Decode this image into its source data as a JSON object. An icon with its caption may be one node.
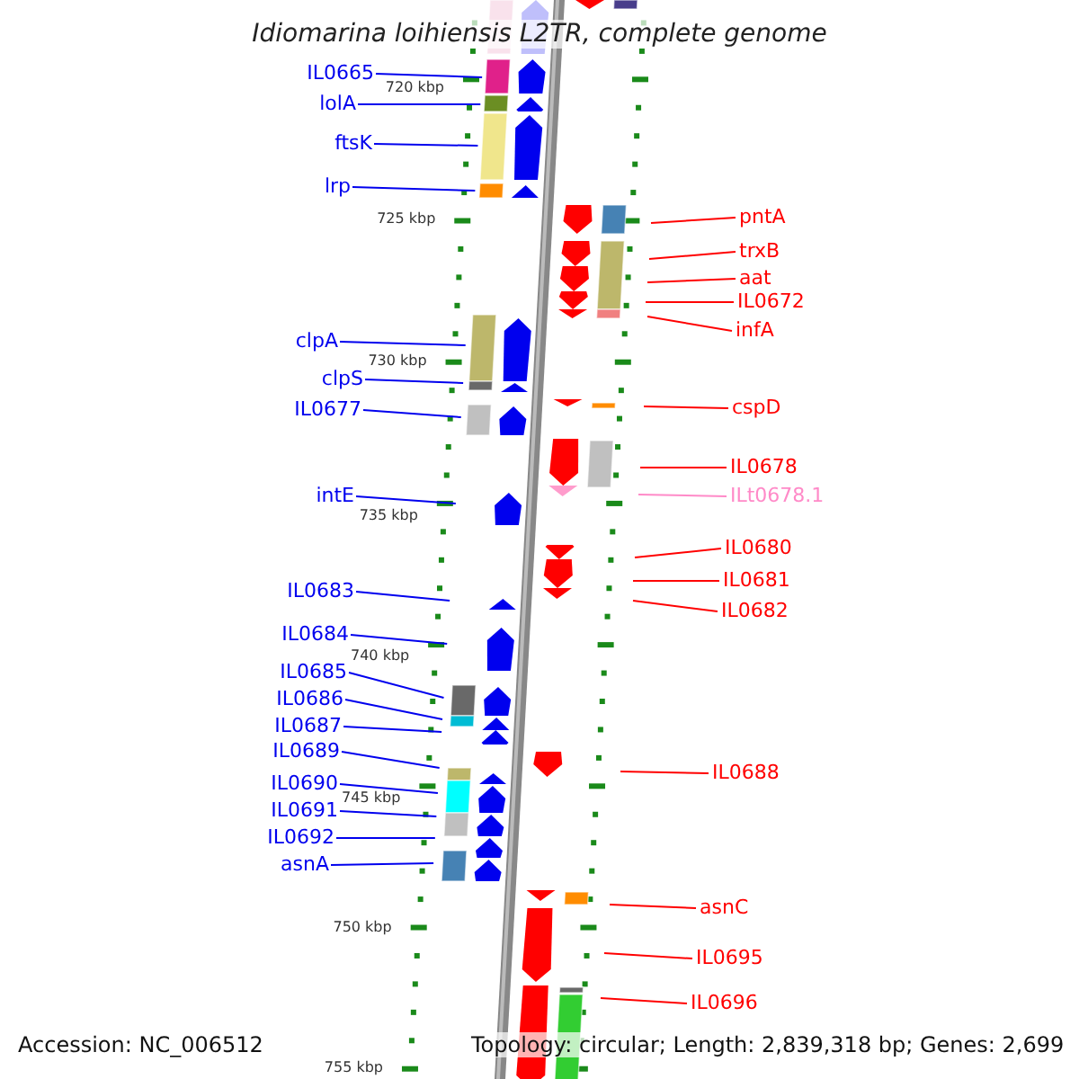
{
  "diagram": {
    "title": "Idiomarina loihiensis L2TR, complete genome",
    "nodes": [
      {
        "text": [
          "IL0665"
        ]
      },
      {
        "text": [
          "lolA"
        ]
      },
      {
        "text": [
          "ftsK"
        ]
      },
      {
        "text": [
          "lrp"
        ]
      },
      {
        "text": [
          "pntA"
        ]
      },
      {
        "text": [
          "trxB"
        ]
      },
      {
        "text": [
          "aat"
        ]
      },
      {
        "text": [
          "IL0672"
        ]
      },
      {
        "text": [
          "infA"
        ]
      },
      {
        "text": [
          "clpA"
        ]
      },
      {
        "text": [
          "clpS"
        ]
      },
      {
        "text": [
          "cspD"
        ]
      },
      {
        "text": [
          "IL0677"
        ]
      },
      {
        "text": [
          "IL0678"
        ]
      },
      {
        "text": [
          "ILt0678.1"
        ]
      },
      {
        "text": [
          "intE"
        ]
      },
      {
        "text": [
          "IL0680"
        ]
      },
      {
        "text": [
          "IL0681"
        ]
      },
      {
        "text": [
          "IL0683"
        ]
      },
      {
        "text": [
          "IL0682"
        ]
      },
      {
        "text": [
          "IL0684"
        ]
      },
      {
        "text": [
          "IL0685"
        ]
      },
      {
        "text": [
          "IL0686"
        ]
      },
      {
        "text": [
          "IL0687"
        ]
      },
      {
        "text": [
          "IL0689"
        ]
      },
      {
        "text": [
          "IL0688"
        ]
      },
      {
        "text": [
          "IL0690"
        ]
      },
      {
        "text": [
          "IL0691"
        ]
      },
      {
        "text": [
          "IL0692"
        ]
      },
      {
        "text": [
          "asnA"
        ]
      },
      {
        "text": [
          "asnC"
        ]
      },
      {
        "text": [
          "IL0695"
        ]
      },
      {
        "text": [
          "IL0696"
        ]
      }
    ],
    "edges": [
      {
        "from": 0,
        "to": null,
        "arrow": "none"
      },
      {
        "from": 1,
        "to": null,
        "arrow": "none"
      },
      {
        "from": 2,
        "to": null,
        "arrow": "none"
      },
      {
        "from": 3,
        "to": null,
        "arrow": "none"
      },
      {
        "from": 4,
        "to": null,
        "arrow": "none",
        "color": "#ff0000"
      },
      {
        "from": 5,
        "to": null,
        "arrow": "none",
        "color": "#ff0000"
      },
      {
        "from": 6,
        "to": null,
        "arrow": "none",
        "color": "#ff0000"
      },
      {
        "from": 7,
        "to": null,
        "arrow": "none",
        "color": "#ff0000"
      },
      {
        "from": 8,
        "to": null,
        "arrow": "none",
        "color": "#ff0000"
      },
      {
        "from": 9,
        "to": null,
        "arrow": "none"
      },
      {
        "from": 10,
        "to": null,
        "arrow": "none"
      },
      {
        "from": 11,
        "to": null,
        "arrow": "none",
        "color": "#ff0000"
      },
      {
        "from": 12,
        "to": null,
        "arrow": "none"
      },
      {
        "from": 13,
        "to": null,
        "arrow": "none",
        "color": "#ff0000"
      },
      {
        "from": 14,
        "to": null,
        "arrow": "none",
        "color": "#ff8ac8"
      },
      {
        "from": 15,
        "to": null,
        "arrow": "none"
      },
      {
        "from": 16,
        "to": null,
        "arrow": "none",
        "color": "#ff0000"
      },
      {
        "from": 17,
        "to": null,
        "arrow": "none",
        "color": "#ff0000"
      },
      {
        "from": 18,
        "to": null,
        "arrow": "none"
      },
      {
        "from": 19,
        "to": null,
        "arrow": "none",
        "color": "#ff0000"
      },
      {
        "from": 20,
        "to": null,
        "arrow": "none"
      },
      {
        "from": 21,
        "to": null,
        "arrow": "none"
      },
      {
        "from": 22,
        "to": null,
        "arrow": "none"
      },
      {
        "from": 23,
        "to": null,
        "arrow": "none"
      },
      {
        "from": 24,
        "to": null,
        "arrow": "none"
      },
      {
        "from": 25,
        "to": null,
        "arrow": "none",
        "color": "#ff0000"
      },
      {
        "from": 26,
        "to": null,
        "arrow": "none"
      },
      {
        "from": 27,
        "to": null,
        "arrow": "none"
      },
      {
        "from": 28,
        "to": null,
        "arrow": "none"
      },
      {
        "from": 29,
        "to": null,
        "arrow": "none"
      },
      {
        "from": 30,
        "to": null,
        "arrow": "none",
        "color": "#ff0000"
      },
      {
        "from": 31,
        "to": null,
        "arrow": "none",
        "color": "#ff0000"
      },
      {
        "from": 32,
        "to": null,
        "arrow": "none",
        "color": "#ff0000"
      }
    ],
    "labels": [
      "720 kbp",
      "725 kbp",
      "730 kbp",
      "735 kbp",
      "740 kbp",
      "745 kbp",
      "750 kbp",
      "755 kbp",
      "Accession: NC_006512",
      "Topology: circular; Length: 2,839,318 bp; Genes: 2,699"
    ]
  }
}
